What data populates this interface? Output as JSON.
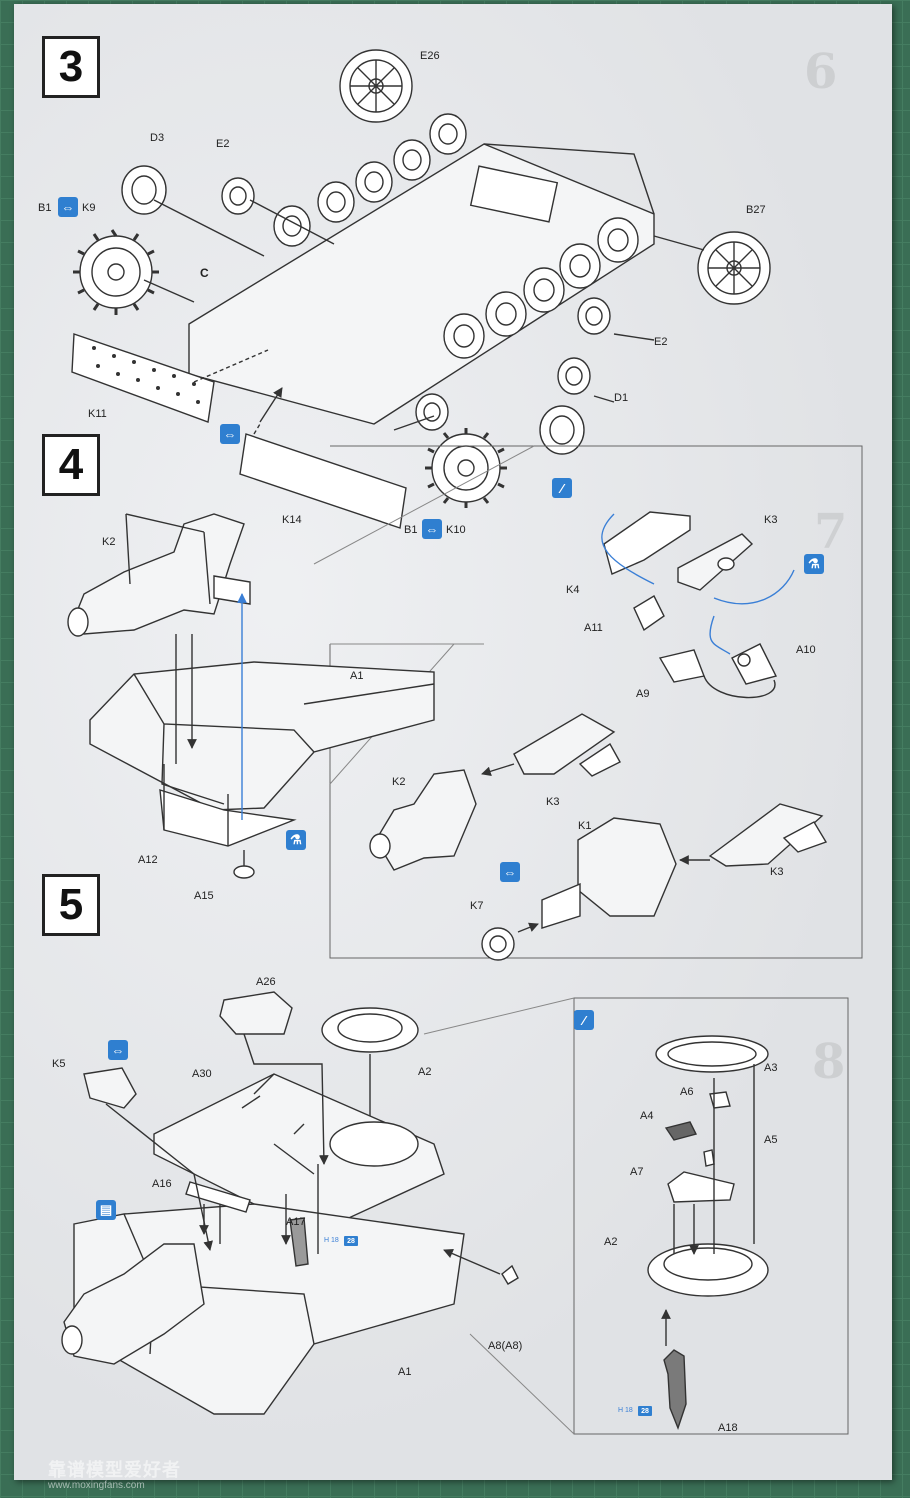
{
  "steps": [
    {
      "number": "3"
    },
    {
      "number": "4"
    },
    {
      "number": "5"
    }
  ],
  "step3": {
    "labels": {
      "e26": "E26",
      "d3": "D3",
      "e2_top": "E2",
      "b1_k9_b1": "B1",
      "b1_k9_k9": "K9",
      "c": "C",
      "b27": "B27",
      "e2_right": "E2",
      "d1": "D1",
      "k11": "K11",
      "k14": "K14",
      "b1_k10_b1": "B1",
      "b1_k10_k10": "K10"
    }
  },
  "step4": {
    "labels": {
      "k2_main": "K2",
      "a1": "A1",
      "a12": "A12",
      "a15": "A15",
      "k3_top": "K3",
      "k4": "K4",
      "a11": "A11",
      "a10": "A10",
      "a9": "A9",
      "k2_detail": "K2",
      "k3_mid": "K3",
      "k1": "K1",
      "k3_bottom": "K3",
      "k7": "K7"
    }
  },
  "step5": {
    "labels": {
      "a26": "A26",
      "a2_main": "A2",
      "k5": "K5",
      "a30": "A30",
      "a16": "A16",
      "a17": "A17",
      "a8": "A8(A8)",
      "a1": "A1",
      "a3": "A3",
      "a6": "A6",
      "a4": "A4",
      "a5": "A5",
      "a7": "A7",
      "a2_detail": "A2",
      "a18": "A18",
      "paint_code_1": "H 18",
      "paint_code_1_num": "28",
      "paint_code_2": "H 18",
      "paint_code_2_num": "28"
    }
  },
  "icons": {
    "symmetric_assembly": "symmetric-arrows-icon",
    "glue": "glue-bottle-icon",
    "pin": "pushpin-icon",
    "paint": "paint-stripes-icon"
  },
  "colors": {
    "icon_blue": "#2f7fd0",
    "guide_line": "#3a7fd6"
  },
  "watermark": {
    "site_cn": "靠谱模型爱好者",
    "url": "www.moxingfans.com"
  }
}
